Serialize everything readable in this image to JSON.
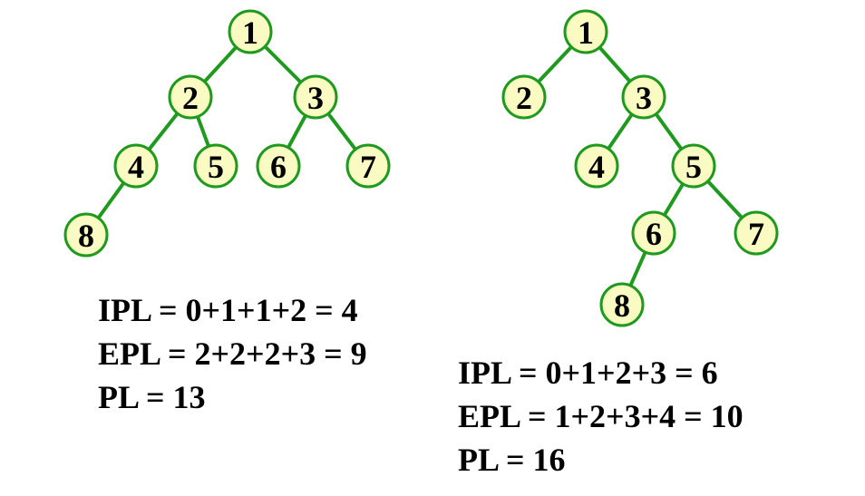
{
  "colors": {
    "edge": "#1f9a1f",
    "node_fill": "#fafac3",
    "node_border": "#1f9a1f",
    "text": "#000000"
  },
  "trees": [
    {
      "id": "left",
      "nodes": [
        "1",
        "2",
        "3",
        "4",
        "5",
        "6",
        "7",
        "8"
      ],
      "edges": [
        [
          "1",
          "2"
        ],
        [
          "1",
          "3"
        ],
        [
          "2",
          "4"
        ],
        [
          "2",
          "5"
        ],
        [
          "3",
          "6"
        ],
        [
          "3",
          "7"
        ],
        [
          "4",
          "8"
        ]
      ],
      "formulas": {
        "ipl": "IPL = 0+1+1+2 = 4",
        "epl": "EPL = 2+2+2+3 = 9",
        "pl": "PL = 13"
      }
    },
    {
      "id": "right",
      "nodes": [
        "1",
        "2",
        "3",
        "4",
        "5",
        "6",
        "7",
        "8"
      ],
      "edges": [
        [
          "1",
          "2"
        ],
        [
          "1",
          "3"
        ],
        [
          "3",
          "4"
        ],
        [
          "3",
          "5"
        ],
        [
          "5",
          "6"
        ],
        [
          "5",
          "7"
        ],
        [
          "6",
          "8"
        ]
      ],
      "formulas": {
        "ipl": "IPL = 0+1+2+3 = 6",
        "epl": "EPL = 1+2+3+4 = 10",
        "pl": "PL = 16"
      }
    }
  ]
}
